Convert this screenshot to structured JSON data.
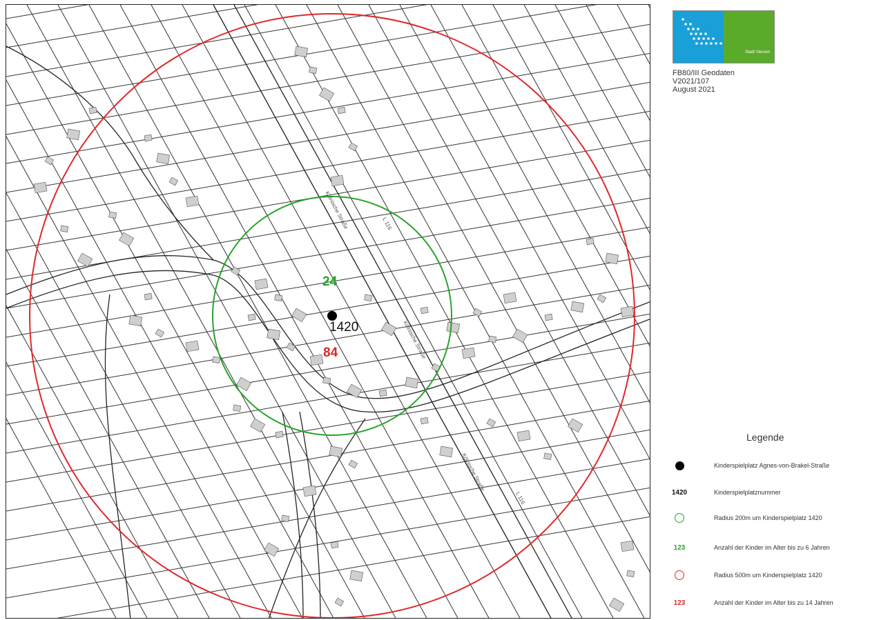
{
  "header": {
    "logo_text": "Stadt Viersen",
    "meta_lines": [
      "FB80/III Geodaten",
      "V2021/107",
      "August 2021"
    ]
  },
  "map": {
    "point_label": "1420",
    "count_under6": "24",
    "count_under14": "84",
    "street_labels": [
      "Kölnische Straße",
      "L 116",
      "Kölnische Straße",
      "Kölnische Straße",
      "L 116"
    ]
  },
  "legend": {
    "title": "Legende",
    "items": [
      {
        "symbol": "dot",
        "text": "",
        "label": "Kinderspielplatz Agnes-von-Brakel-Straße"
      },
      {
        "symbol": "text",
        "text": "1420",
        "label": "Kinderspielplatznummer"
      },
      {
        "symbol": "ring-green",
        "text": "",
        "label": "Radius 200m um Kinderspielplatz 1420"
      },
      {
        "symbol": "text-green",
        "text": "123",
        "label": "Anzahl der Kinder im Alter bis zu 6 Jahren"
      },
      {
        "symbol": "ring-red",
        "text": "",
        "label": "Radius 500m um Kinderspielplatz 1420"
      },
      {
        "symbol": "text-red",
        "text": "123",
        "label": "Anzahl der Kinder im Alter bis zu 14 Jahren"
      }
    ]
  },
  "colors": {
    "green": "#27a32a",
    "red": "#e02727",
    "logo_blue": "#1aa0d8",
    "logo_green": "#5aab2a",
    "building": "#cfcfcf"
  }
}
